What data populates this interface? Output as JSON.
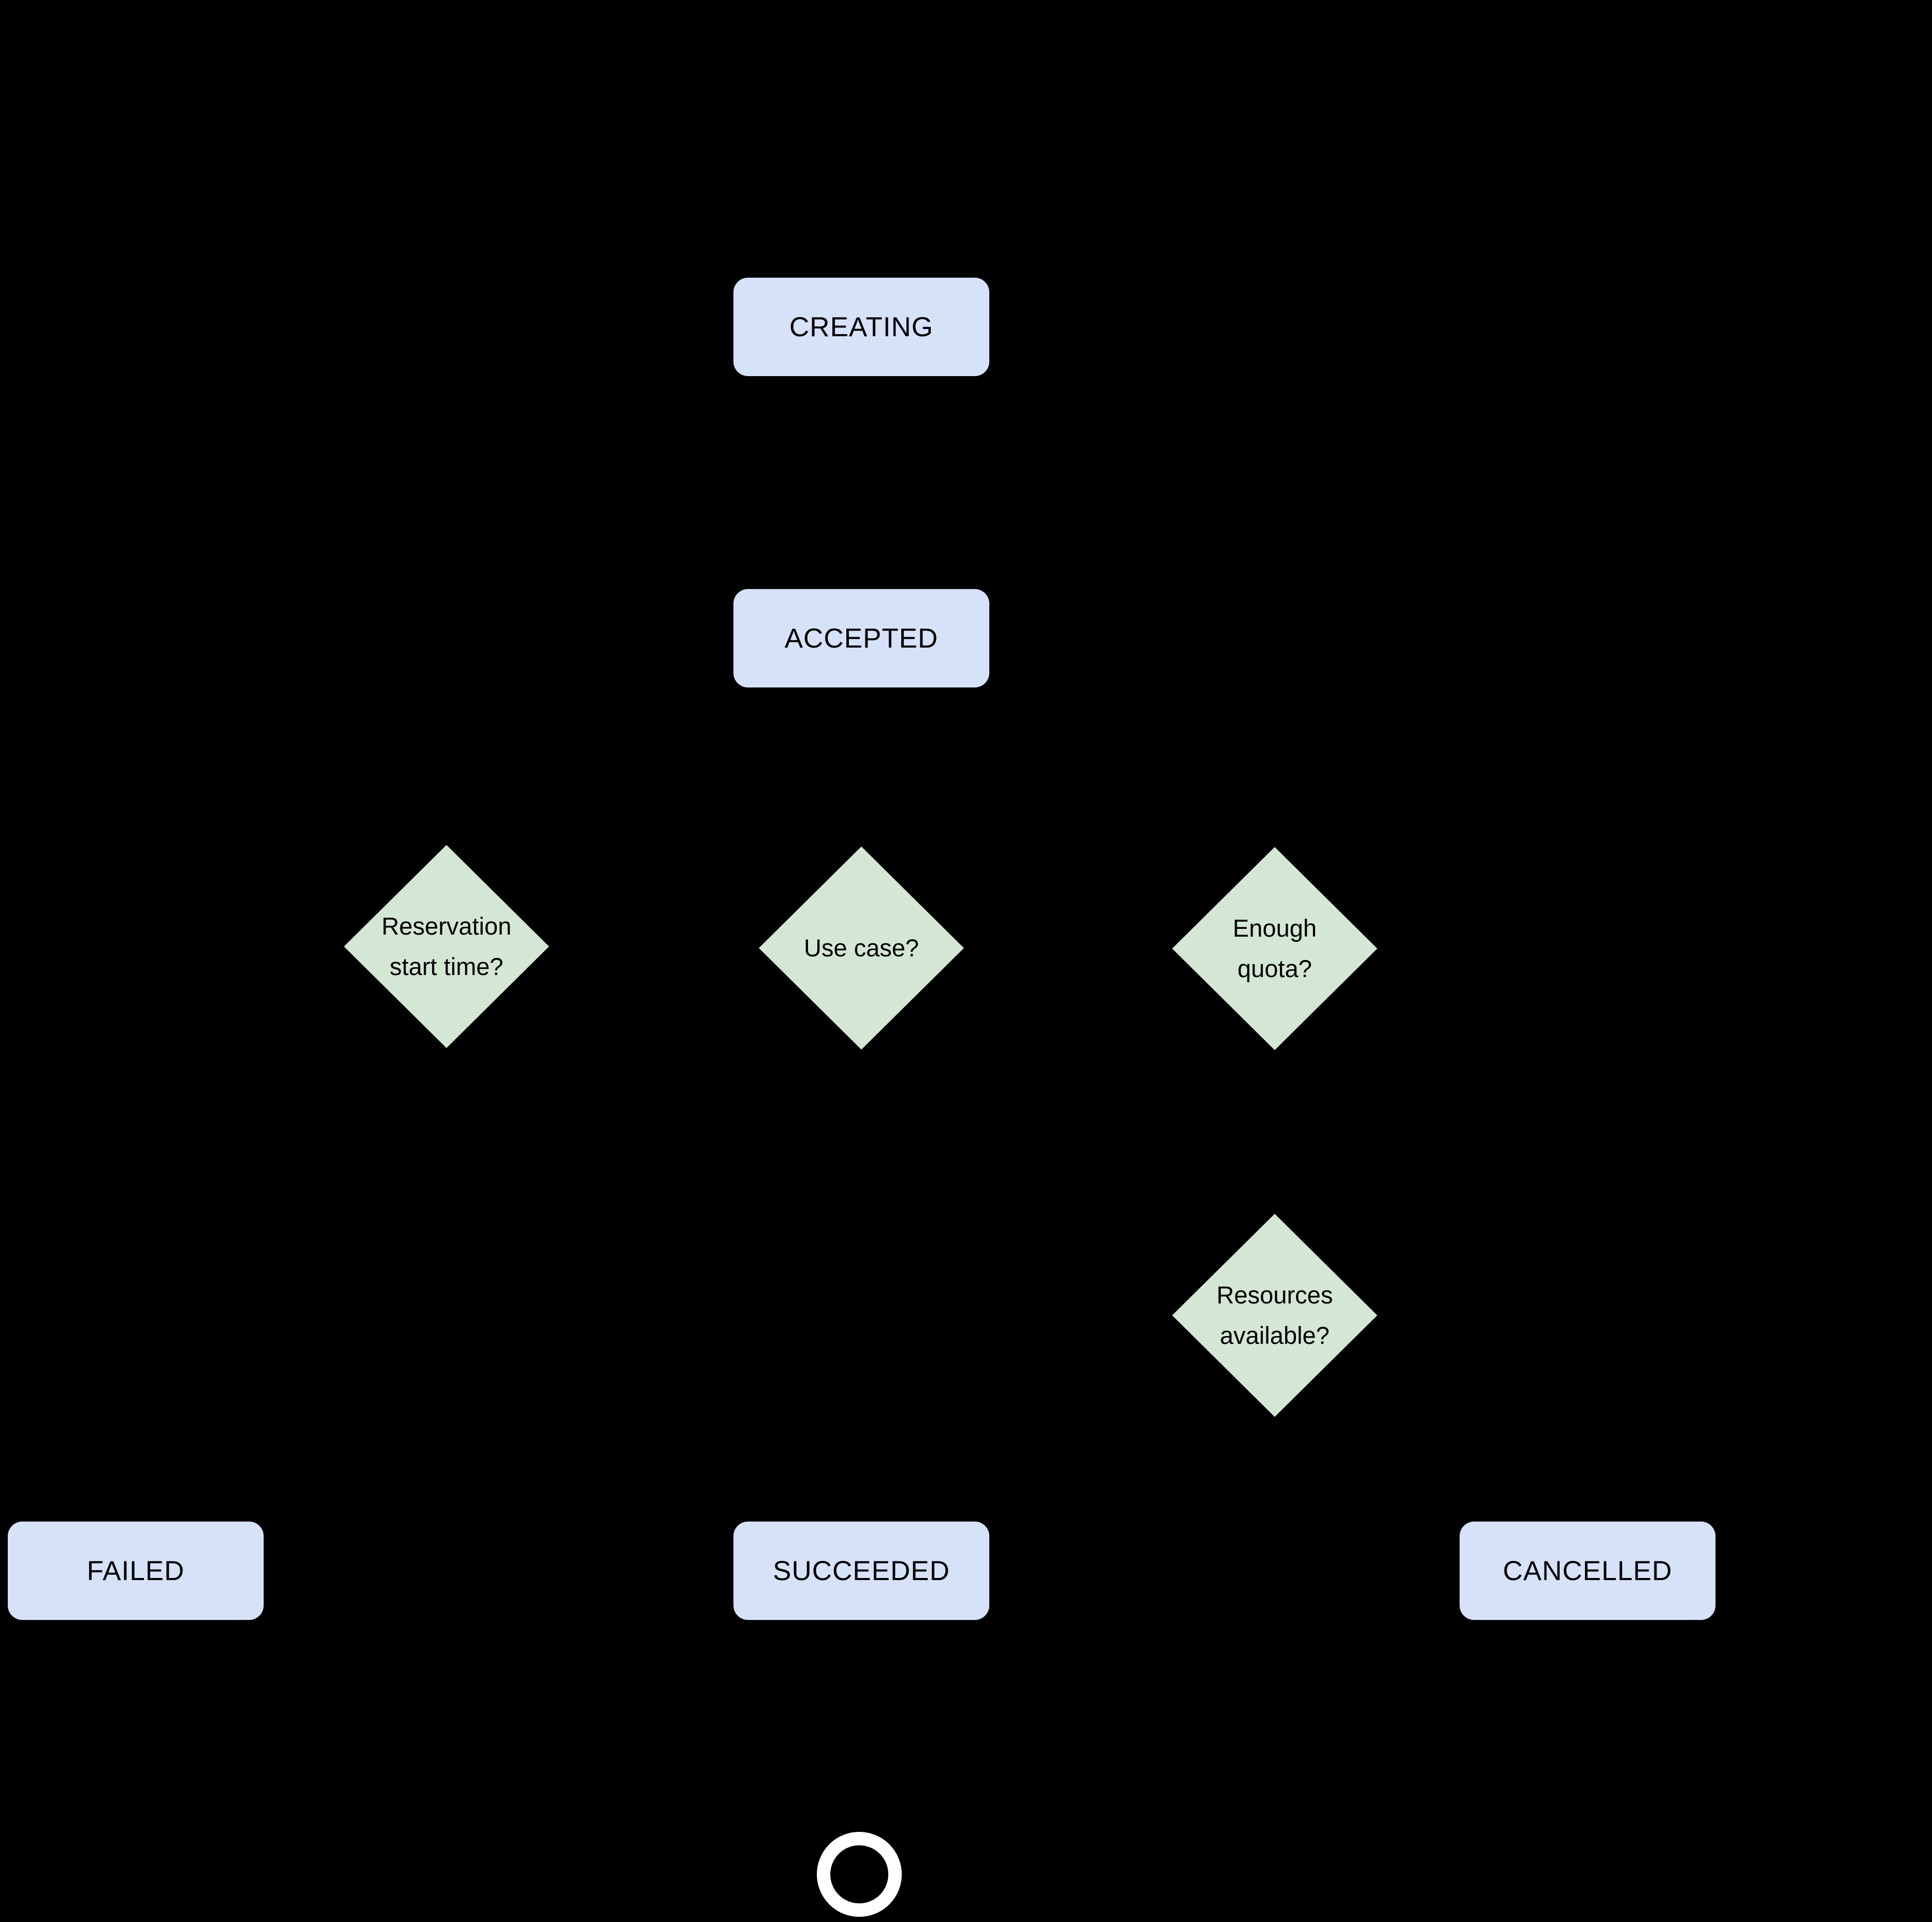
{
  "colors": {
    "canvas_bg": "#000000",
    "state_fill": "#d6e2f8",
    "decision_fill": "#d4e7d4",
    "text": "#000000",
    "end_ring": "#ffffff"
  },
  "nodes": {
    "creating": {
      "label": "CREATING"
    },
    "accepted": {
      "label": "ACCEPTED"
    },
    "reservation_start_time": {
      "line1": "Reservation",
      "line2": "start time?"
    },
    "use_case": {
      "line1": "Use case?",
      "line2": ""
    },
    "enough_quota": {
      "line1": "Enough",
      "line2": "quota?"
    },
    "resources_available": {
      "line1": "Resources",
      "line2": "available?"
    },
    "failed": {
      "label": "FAILED"
    },
    "succeeded": {
      "label": "SUCCEEDED"
    },
    "cancelled": {
      "label": "CANCELLED"
    }
  }
}
